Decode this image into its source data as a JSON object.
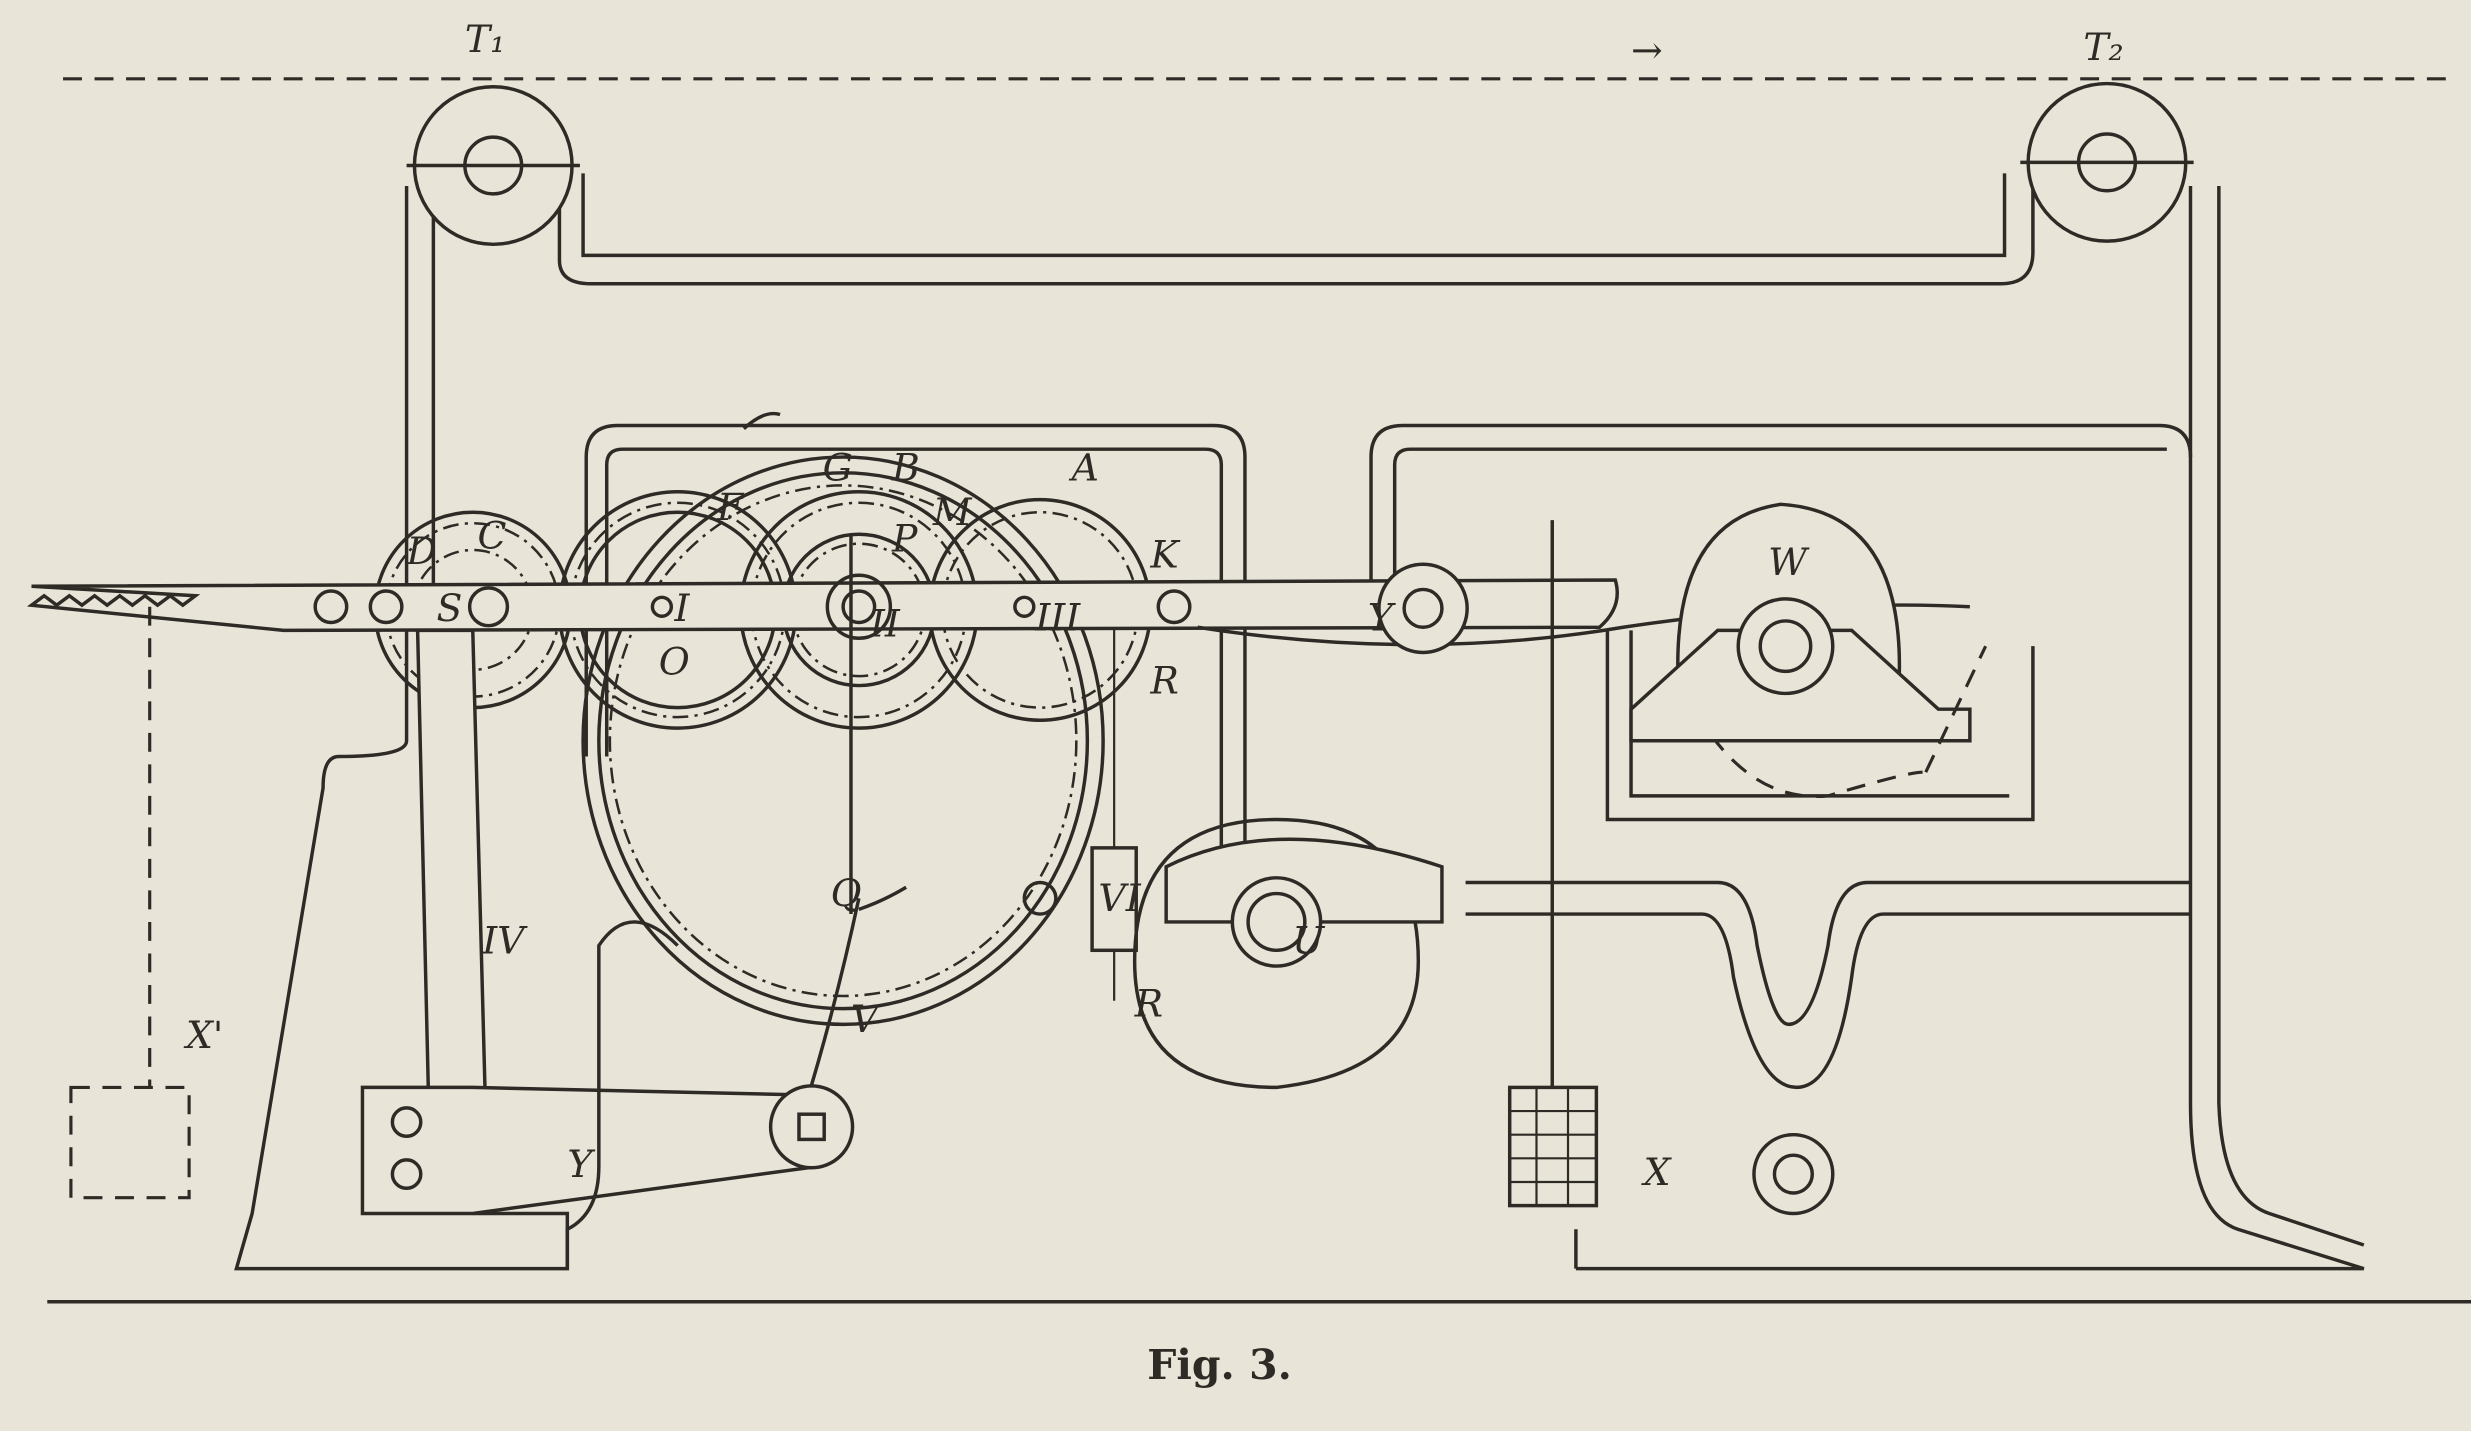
{
  "figure": {
    "caption": "Fig. 3.",
    "arrow": "→",
    "labels": {
      "t1": "T₁",
      "t2": "T₂",
      "d": "D",
      "c": "C",
      "f": "F",
      "g": "G",
      "b": "B",
      "m": "M",
      "a": "A",
      "k": "K",
      "p": "P",
      "s": "S",
      "i": "I",
      "o": "O",
      "ii": "II",
      "iii": "III",
      "r_top": "R",
      "r_bottom": "R",
      "vi": "VI",
      "q": "Q",
      "v": "V",
      "iv": "IV",
      "x_prime": "X'",
      "y_lower": "Y",
      "y_upper": "Y",
      "w": "W",
      "u": "U",
      "x": "X"
    }
  }
}
